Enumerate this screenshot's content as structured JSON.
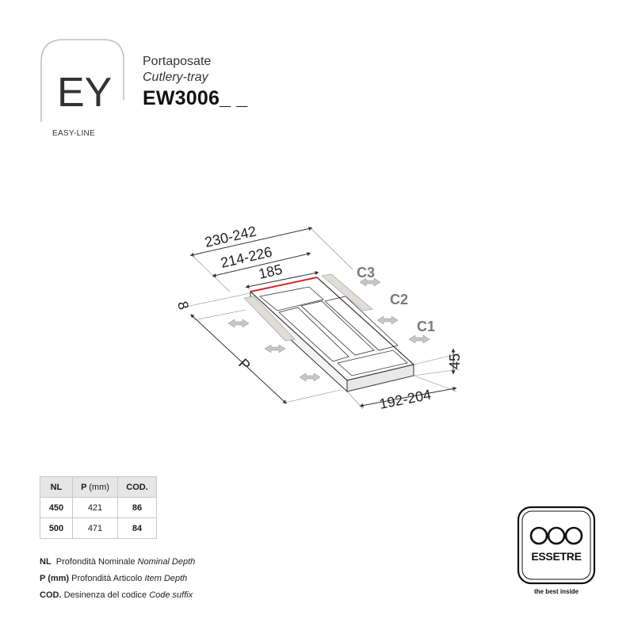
{
  "logo": {
    "monogram": "EY",
    "label": "EASY-LINE"
  },
  "product": {
    "name_it": "Portaposate",
    "name_en": "Cutlery-tray",
    "code": "EW3006_ _"
  },
  "drawing": {
    "dims": {
      "overall_width": "230-242",
      "inner_width": "214-226",
      "tray_width": "185",
      "side_gap": "8",
      "depth": "P",
      "front_width": "192-204",
      "height": "45"
    },
    "clips": [
      "C3",
      "C2",
      "C1"
    ]
  },
  "table": {
    "headers": {
      "nl": "NL",
      "p": "P",
      "p_unit": "(mm)",
      "cod": "COD."
    },
    "rows": [
      {
        "nl": "450",
        "p": "421",
        "cod": "86"
      },
      {
        "nl": "500",
        "p": "471",
        "cod": "84"
      }
    ]
  },
  "legend": [
    {
      "key": "NL",
      "it": "Profondità Nominale",
      "en": "Nominal Depth"
    },
    {
      "key": "P (mm)",
      "it": "Profondità Articolo",
      "en": "Item Depth"
    },
    {
      "key": "COD.",
      "it": "Desinenza del codice",
      "en": "Code suffix"
    }
  ],
  "brand": {
    "name": "ESSETRE",
    "tagline": "the best inside"
  },
  "colors": {
    "accent_red": "#d9262b",
    "light_grey": "#bdbdbd",
    "arrow_grey": "#9a9a9a"
  }
}
